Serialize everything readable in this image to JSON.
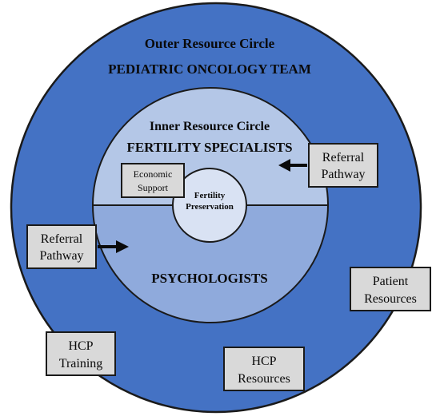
{
  "colors": {
    "outer_fill": "#4472C4",
    "inner_top_fill": "#B4C7E7",
    "inner_bottom_fill": "#8FAADC",
    "center_fill": "#D9E2F3",
    "box_fill": "#D9D9D9",
    "stroke": "#1a1a1a"
  },
  "outer": {
    "title": "Outer Resource Circle",
    "team": "PEDIATRIC ONCOLOGY TEAM"
  },
  "inner": {
    "title": "Inner Resource Circle",
    "top_label": "FERTILITY SPECIALISTS",
    "bottom_label": "PSYCHOLOGISTS"
  },
  "center": {
    "line1": "Fertility",
    "line2": "Preservation"
  },
  "boxes": {
    "economic": {
      "line1": "Economic",
      "line2": "Support"
    },
    "referral_right": {
      "line1": "Referral",
      "line2": "Pathway"
    },
    "referral_left": {
      "line1": "Referral",
      "line2": "Pathway"
    },
    "patient": {
      "line1": "Patient",
      "line2": "Resources"
    },
    "hcp_training": {
      "line1": "HCP",
      "line2": "Training"
    },
    "hcp_resources": {
      "line1": "HCP",
      "line2": "Resources"
    }
  }
}
